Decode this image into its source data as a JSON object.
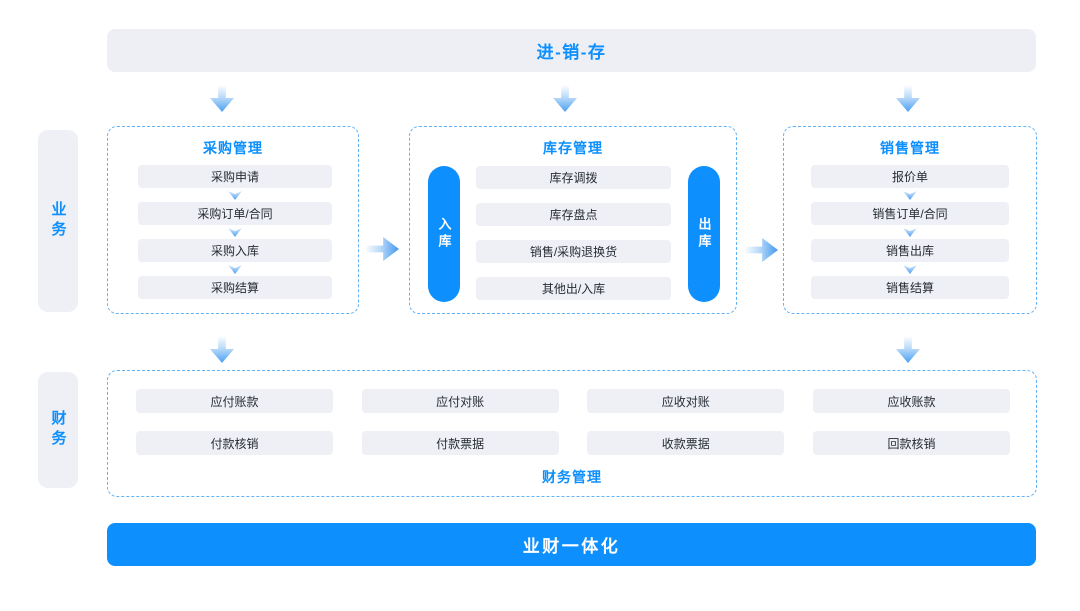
{
  "colors": {
    "accent_blue": "#0d8ffd",
    "panel_gray": "#edeff5",
    "item_gray": "#eef0f6",
    "dashed_border": "#62b2f7",
    "item_text": "#262b33"
  },
  "top_banner": {
    "label": "进-销-存"
  },
  "sidebar": {
    "business": "业务",
    "finance": "财务"
  },
  "boxes": {
    "purchase": {
      "title": "采购管理",
      "items": [
        "采购申请",
        "采购订单/合同",
        "采购入库",
        "采购结算"
      ]
    },
    "inventory": {
      "title": "库存管理",
      "inbound": "入库",
      "outbound": "出库",
      "items": [
        "库存调拨",
        "库存盘点",
        "销售/采购退换货",
        "其他出/入库"
      ]
    },
    "sales": {
      "title": "销售管理",
      "items": [
        "报价单",
        "销售订单/合同",
        "销售出库",
        "销售结算"
      ]
    }
  },
  "finance": {
    "title": "财务管理",
    "row1": [
      "应付账款",
      "应付对账",
      "应收对账",
      "应收账款"
    ],
    "row2": [
      "付款核销",
      "付款票据",
      "收款票据",
      "回款核销"
    ]
  },
  "bottom_banner": {
    "label": "业财一体化"
  }
}
